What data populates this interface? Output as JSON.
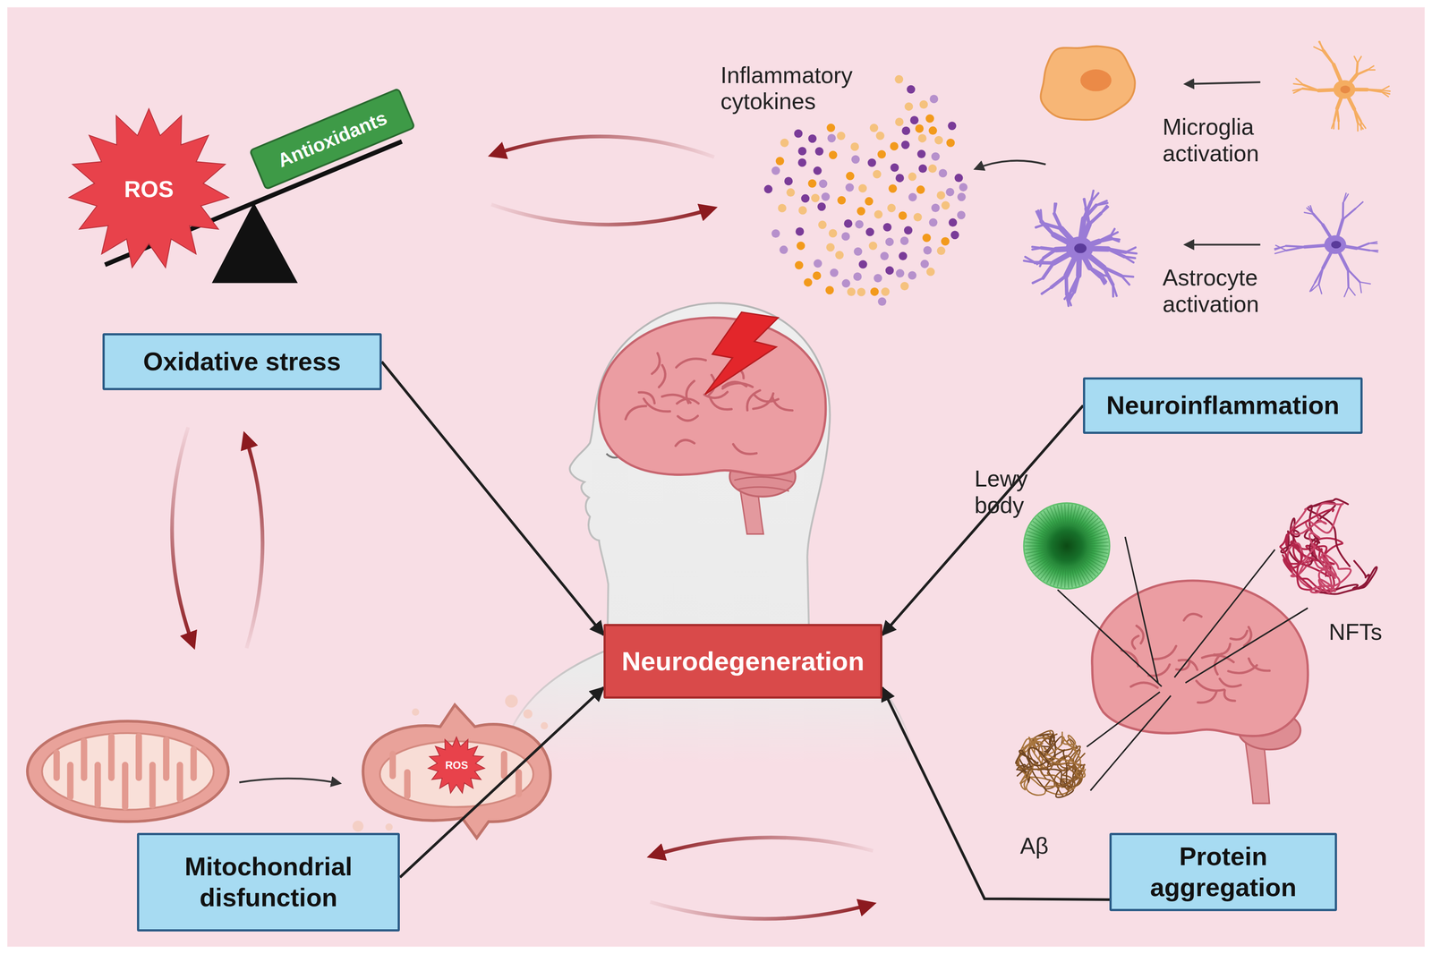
{
  "diagram": {
    "nodes": [
      {
        "text": [
          "ROS"
        ]
      },
      {
        "text": [
          "Antioxidants"
        ]
      },
      {
        "text": [
          "Oxidative stress"
        ]
      },
      {
        "text": [
          "Neuroinflammation"
        ]
      },
      {
        "text": [
          "Neurodegeneration"
        ]
      },
      {
        "text": [
          "ROS"
        ]
      },
      {
        "text": [
          "Mitochondrial disfunction"
        ]
      },
      {
        "text": [
          "Protein aggregation"
        ]
      }
    ],
    "edges": [
      {
        "from": 2,
        "to": 4,
        "arrow": "to"
      },
      {
        "from": 3,
        "to": 4,
        "arrow": "to"
      },
      {
        "from": 6,
        "to": 4,
        "arrow": "to"
      },
      {
        "from": 7,
        "to": 4,
        "arrow": "to"
      }
    ],
    "labels": [
      "Inflammatory cytokines",
      "Microglia activation",
      "Astrocyte activation",
      "Lewy body",
      "NFTs",
      "Aβ"
    ]
  }
}
